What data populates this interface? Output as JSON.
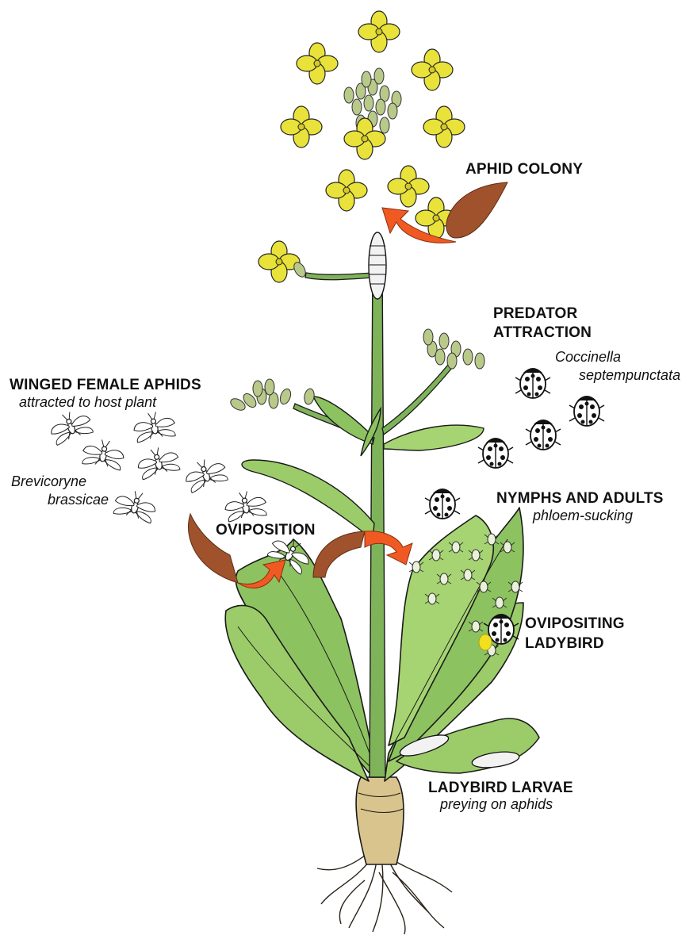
{
  "labels": {
    "aphid_colony": "APHID COLONY",
    "predator_attraction_1": "PREDATOR",
    "predator_attraction_2": "ATTRACTION",
    "coccinella_1": "Coccinella",
    "coccinella_2": "septempunctata",
    "winged_female": "WINGED FEMALE APHIDS",
    "attracted": "attracted to host plant",
    "brevicoryne_1": "Brevicoryne",
    "brevicoryne_2": "brassicae",
    "oviposition": "OVIPOSITION",
    "nymphs_adults": "NYMPHS AND ADULTS",
    "phloem": "phloem-sucking",
    "ovipositing_1": "OVIPOSITING",
    "ovipositing_2": "LADYBIRD",
    "larvae": "LADYBIRD LARVAE",
    "preying": "preying on aphids"
  },
  "colors": {
    "flower": "#e8e23a",
    "bud": "#b8c98a",
    "leaf": "#9ccc6a",
    "leaf_dark": "#6f9f45",
    "stem": "#7fb35a",
    "root": "#d9c48d",
    "arrow_orange": "#f05a22",
    "arrow_brown": "#a0522d",
    "outline": "#1a1a1a"
  }
}
